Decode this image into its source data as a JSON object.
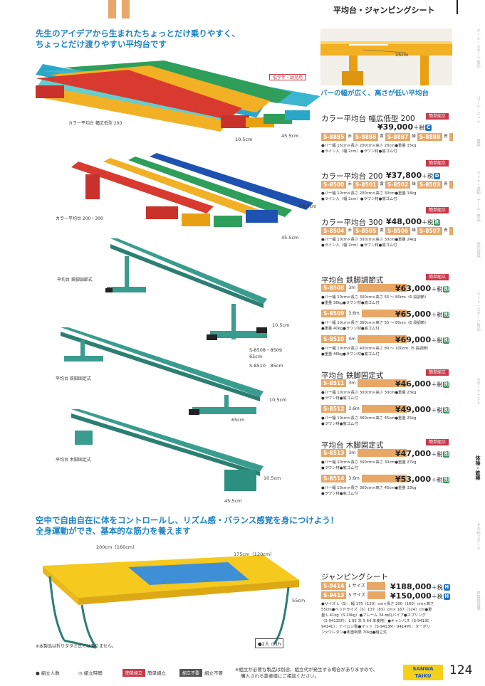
{
  "header": {
    "title": "平均台・ジャンピングシート"
  },
  "catch1": [
    "先生のアイデアから生まれたちょっとだけ乗りやすく、",
    "ちょっとだけ渡りやすい平均台です"
  ],
  "catch2": [
    "空中で自由自在に体をコントロールし、リズム感・バランス感覚を身につけよう！",
    "全身運動ができ、基本的な筋力を養えます"
  ],
  "photo_labels": {
    "inset_dim": "15cm",
    "inset_caption": "バーの幅が広く、高さが低い平均台",
    "kids_tag": "低学年・幼児用",
    "cap1": "カラー平均台 幅広低型 200",
    "cap1_d1": "10.5cm",
    "cap1_d2": "45.5cm",
    "cap2": "カラー平均台 200・300",
    "cap2_d1": "10.5cm",
    "cap2_d2": "45.5cm",
    "cap3": "平均台 鉄脚調節式",
    "cap3_d1": "10.5cm",
    "cap3_d2": "S-8508・8509",
    "cap3_d3": "65cm",
    "cap3_d4": "S-8510　85cm",
    "cap4": "平均台 鉄脚固定式",
    "cap4_d1": "10.5cm",
    "cap4_d2": "65cm",
    "cap5": "平均台 木脚固定式",
    "cap5_d1": "10.5cm",
    "cap5_d2": "45.5cm",
    "tr_d1": "200cm（160cm）",
    "tr_d2": "175cm（120cm）",
    "tr_d3": "55cm",
    "tr_note": "※本製品は折りタタミ式ではありません。",
    "tr_people": "2人",
    "tr_time": "1h"
  },
  "products": [
    {
      "title": "カラー平均台 幅広低型 200",
      "price": "¥39,000",
      "tax": "＋税",
      "badge": "C",
      "tag": "簡単組立",
      "codes": [
        {
          "c": "S-8885",
          "col": "赤"
        },
        {
          "c": "S-8886",
          "col": "黄"
        },
        {
          "c": "S-8887",
          "col": "緑"
        },
        {
          "c": "S-8888",
          "col": "青"
        }
      ],
      "spec": [
        "●バー幅 15cm×長さ 200cm×高さ 20cm●重量 15kg",
        "●ライン入（幅 2cm）●ラワン材●底ゴム付"
      ]
    },
    {
      "title": "カラー平均台 200",
      "price": "¥37,800",
      "tax": "＋税",
      "badge": "D",
      "tag": "簡単組立",
      "codes": [
        {
          "c": "S-8500",
          "col": "赤"
        },
        {
          "c": "S-8501",
          "col": "黄"
        },
        {
          "c": "S-8502",
          "col": "緑"
        },
        {
          "c": "S-8503",
          "col": "青"
        }
      ],
      "spec": [
        "●バー幅 10cm×長さ 200cm×高さ 30cm●重量 18kg",
        "●ライン入（幅 2cm）●ラワン材●底ゴム付"
      ]
    },
    {
      "title": "カラー平均台 300",
      "price": "¥48,000",
      "tax": "＋税",
      "badge": "別",
      "tag": "簡単組立",
      "codes": [
        {
          "c": "S-8504",
          "col": "赤"
        },
        {
          "c": "S-8505",
          "col": "黄"
        },
        {
          "c": "S-8506",
          "col": "緑"
        },
        {
          "c": "S-8507",
          "col": "青"
        }
      ],
      "spec": [
        "●バー幅 10cm×長さ 300cm×高さ 30cm●重量 24kg",
        "●ライン入（幅 2cm）●ラワン材●底ゴム付"
      ]
    }
  ],
  "steel_adj": {
    "title": "平均台 鉄脚調節式",
    "tag": "簡単組立",
    "rows": [
      {
        "c": "S-8508",
        "len": "3m",
        "price": "¥63,000",
        "tax": "＋税",
        "badge": "別",
        "spec": [
          "●バー幅 10cm×長さ 300cm×高さ 55 ～ 80cm（6 段調節）",
          "●重量 36kg●ラワン材●底ゴム付"
        ]
      },
      {
        "c": "S-8509",
        "len": "3.6m",
        "price": "¥65,000",
        "tax": "＋税",
        "badge": "別",
        "spec": [
          "●バー幅 10cm×長さ 360cm×高さ 55 ～ 80cm（6 段調節）",
          "●重量 40kg●ラワン材●底ゴム付"
        ]
      },
      {
        "c": "S-8510",
        "len": "4m",
        "price": "¥69,000",
        "tax": "＋税",
        "badge": "別",
        "spec": [
          "●バー幅 10cm×長さ 400cm×高さ 80 ～ 100cm（5 段調節）",
          "●重量 46kg●ラワン材●底ゴム付"
        ]
      }
    ]
  },
  "steel_fix": {
    "title": "平均台 鉄脚固定式",
    "tag": "簡単組立",
    "rows": [
      {
        "c": "S-8511",
        "len": "3m",
        "price": "¥46,000",
        "tax": "＋税",
        "badge": "別",
        "spec": [
          "●バー幅 10cm×長さ 300cm×高さ 30cm●重量 23kg",
          "●ラワン材●底ゴム付"
        ]
      },
      {
        "c": "S-8512",
        "len": "3.6m",
        "price": "¥49,000",
        "tax": "＋税",
        "badge": "別",
        "spec": [
          "●バー幅 10cm×長さ 360cm×高さ 45cm●重量 25kg",
          "●ラワン材●底ゴム付"
        ]
      }
    ]
  },
  "wood_fix": {
    "title": "平均台 木脚固定式",
    "tag": "簡単組立",
    "rows": [
      {
        "c": "S-8513",
        "len": "3m",
        "price": "¥47,000",
        "tax": "＋税",
        "badge": "別",
        "spec": [
          "●バー幅 10cm×長さ 300cm×高さ 30cm●重量 27kg",
          "●ラワン材●底ゴム付"
        ]
      },
      {
        "c": "S-8514",
        "len": "3.6m",
        "price": "¥53,000",
        "tax": "＋税",
        "badge": "別",
        "spec": [
          "●バー幅 10cm×長さ 360cm×高さ 45cm●重量 33kg",
          "●ラワン材●底ゴム付"
        ]
      }
    ]
  },
  "jump": {
    "title": "ジャンピングシート",
    "rows": [
      {
        "c": "S-9414",
        "size": "L サイズ",
        "price": "¥188,000",
        "tax": "＋税",
        "badge": "H"
      },
      {
        "c": "S-9413",
        "size": "S サイズ",
        "price": "¥150,000",
        "tax": "＋税",
        "badge": "H"
      }
    ],
    "spec": [
      "●サイズ L（S）：幅 175（120）cm×長さ 200（160）cm×高さ",
      "55cm●ベッドサイズ（S）137（83）cm× 167（124）cm●重",
      "量 L 41kg（S 29kg）●フレーム 34 ㎜丸パイプ●スプリング",
      "（S-9413SP）：L 92 本 S 64 本使用）●キャンバス（S-9413C・",
      "9414C）：ナイロン製●マット（S-9413M・9414M）：ターポリ",
      "ン×ウレタン●体重制限 70kg●組立式"
    ]
  },
  "side_items": [
    "ボール・スポーツ用品",
    "ゴール・ネット",
    "器具",
    "マット・運動・ゲーム・用品",
    "室内遊具",
    "ネット・スポーツ用品",
    "体操・鉄棒",
    "スポーツテスト",
    "その他スポーツ",
    "体育館設備"
  ],
  "side_active": "体操・鉄棒",
  "footer": {
    "people": "組立人数",
    "time": "組立時間",
    "easy_btn": "簡単組立",
    "easy_lbl": "簡単組立",
    "need_btn": "組立不要",
    "need_lbl": "組立不要",
    "note": [
      "※組立が必要な製品は別途、組立代が発生する場合があります",
      "ので、",
      "購入される業者様にご相談ください。"
    ],
    "brand1": "SANWA",
    "brand2": "TAIKU",
    "page": "124"
  }
}
